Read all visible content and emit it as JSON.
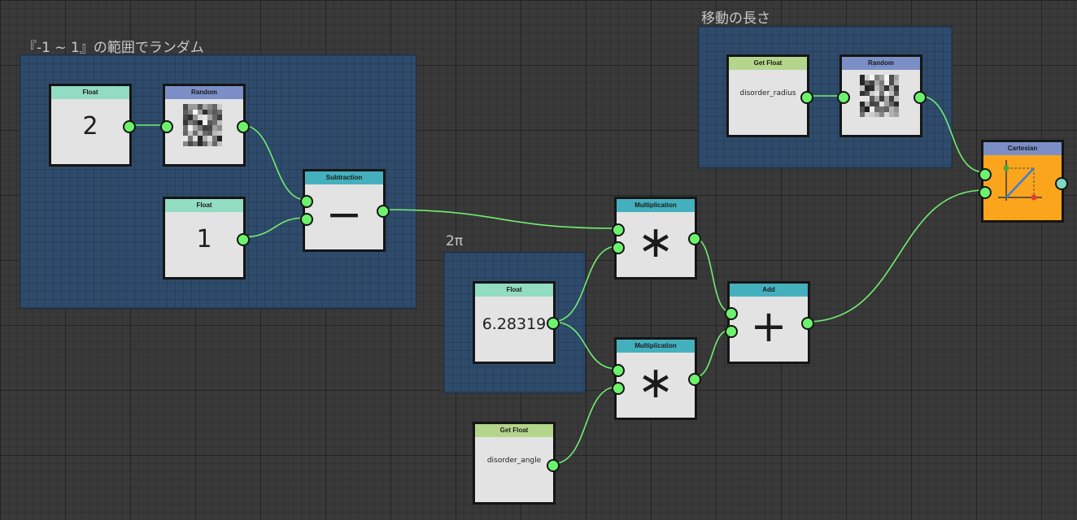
{
  "groups": {
    "random_range": {
      "title": "『-1 ~ 1』の範囲でランダム"
    },
    "move_length": {
      "title": "移動の長さ"
    },
    "two_pi": {
      "title": "2π"
    }
  },
  "nodes": {
    "float_2": {
      "header": "Float",
      "value": "2",
      "header_color": "#92dcc2"
    },
    "random_1": {
      "header": "Random",
      "header_color": "#7b8fc6"
    },
    "float_1": {
      "header": "Float",
      "value": "1",
      "header_color": "#92dcc2"
    },
    "subtraction": {
      "header": "Subtraction",
      "op": "−",
      "header_color": "#44b0bd"
    },
    "get_float_radius": {
      "header": "Get Float",
      "value": "disorder_radius",
      "header_color": "#b4d68c"
    },
    "random_2": {
      "header": "Random",
      "header_color": "#7b8fc6"
    },
    "cartesian": {
      "header": "Cartesian",
      "header_color": "#7b8fc6",
      "body_color": "#fba51c"
    },
    "mult_1": {
      "header": "Multiplication",
      "op": "∗",
      "header_color": "#44b0bd"
    },
    "mult_2": {
      "header": "Multiplication",
      "op": "∗",
      "header_color": "#44b0bd"
    },
    "float_2pi": {
      "header": "Float",
      "value": "6.28319",
      "header_color": "#92dcc2"
    },
    "add": {
      "header": "Add",
      "op": "+",
      "header_color": "#44b0bd"
    },
    "get_float_angle": {
      "header": "Get Float",
      "value": "disorder_angle",
      "header_color": "#b4d68c"
    }
  },
  "icons": {
    "noise": "noise-texture-icon",
    "cartesian": "cartesian-plot-icon"
  },
  "colors": {
    "wire": "#72ee72",
    "port": "#6cf36c",
    "group": "#2f4b6b",
    "canvas": "#393939"
  }
}
